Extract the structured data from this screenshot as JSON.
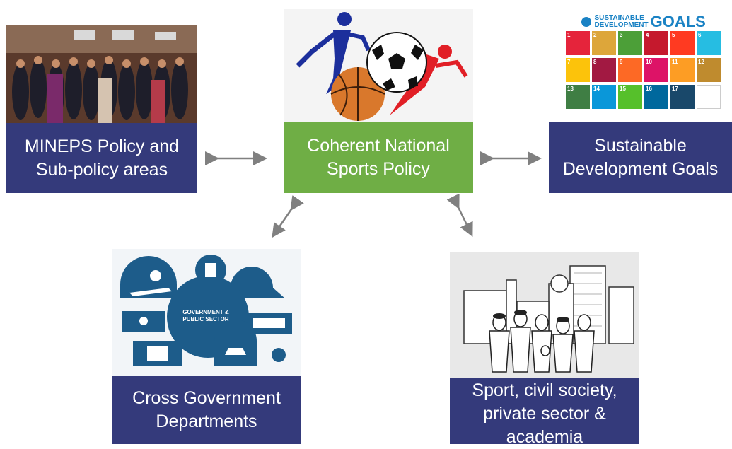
{
  "diagram": {
    "center": {
      "label_line1": "Coherent National",
      "label_line2": "Sports Policy",
      "image": "sports-players-and-balls-illustration"
    },
    "left": {
      "label_line1": "MINEPS Policy and",
      "label_line2": "Sub-policy areas",
      "image": "conference-group-photo"
    },
    "right": {
      "label_line1": "Sustainable",
      "label_line2": "Development Goals",
      "image": "sdg-logo-grid"
    },
    "bottom_left": {
      "label_line1": "Cross Government",
      "label_line2": "Departments",
      "image": "government-public-sector-icons"
    },
    "bottom_right": {
      "label_line1": "Sport, civil society,",
      "label_line2": "private sector &",
      "label_line3": "academia",
      "image": "city-crowd-sketch"
    }
  },
  "sdg_logo": {
    "line1": "SUSTAINABLE",
    "line2": "DEVELOPMENT",
    "word": "GOALS"
  },
  "sdg_tiles": [
    {
      "n": "1",
      "color": "#e5243b"
    },
    {
      "n": "2",
      "color": "#dda63a"
    },
    {
      "n": "3",
      "color": "#4c9f38"
    },
    {
      "n": "4",
      "color": "#c5192d"
    },
    {
      "n": "5",
      "color": "#ff3a21"
    },
    {
      "n": "6",
      "color": "#26bde2"
    },
    {
      "n": "7",
      "color": "#fcc30b"
    },
    {
      "n": "8",
      "color": "#a21942"
    },
    {
      "n": "9",
      "color": "#fd6925"
    },
    {
      "n": "10",
      "color": "#dd1367"
    },
    {
      "n": "11",
      "color": "#fd9d24"
    },
    {
      "n": "12",
      "color": "#bf8b2e"
    },
    {
      "n": "13",
      "color": "#3f7e44"
    },
    {
      "n": "14",
      "color": "#0a97d9"
    },
    {
      "n": "15",
      "color": "#56c02b"
    },
    {
      "n": "16",
      "color": "#00689d"
    },
    {
      "n": "17",
      "color": "#19486a"
    },
    {
      "n": "",
      "color": "#ffffff"
    }
  ],
  "gov_label": {
    "line1": "GOVERNMENT &",
    "line2": "PUBLIC SECTOR"
  },
  "colors": {
    "navy": "#343a7b",
    "green": "#6fae45",
    "arrow": "#808080"
  }
}
